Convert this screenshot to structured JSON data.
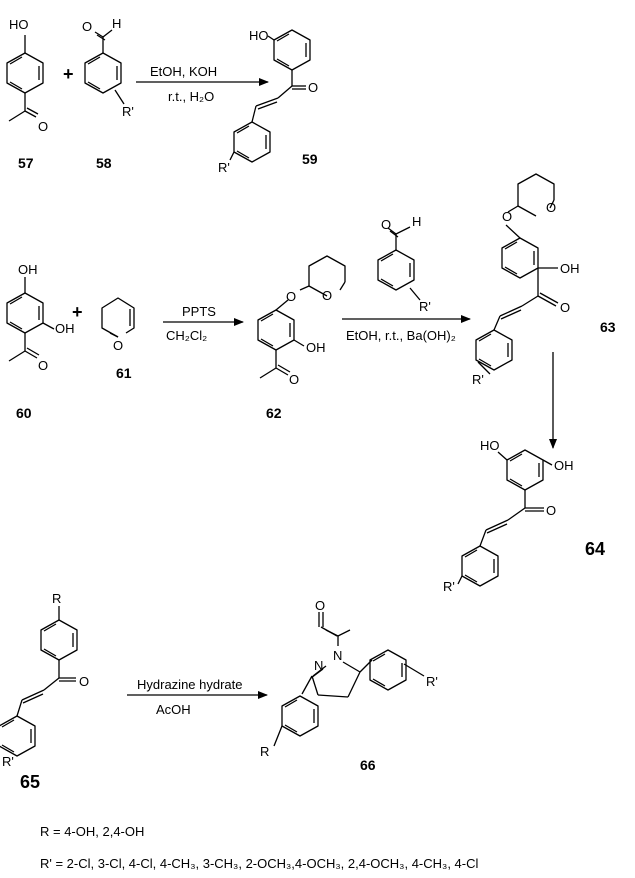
{
  "atoms": {
    "ho": "HO",
    "oh": "OH",
    "o": "O",
    "h": "H",
    "n": "N",
    "r": "R",
    "rp": "R'"
  },
  "reaction1": {
    "plus": "+",
    "cond_top": "EtOH, KOH",
    "cond_bottom": "r.t., H₂O",
    "labels": [
      "57",
      "58",
      "59"
    ]
  },
  "reaction2": {
    "plus": "+",
    "step1_top": "PPTS",
    "step1_bottom": "CH₂Cl₂",
    "step2_bottom": "EtOH, r.t., Ba(OH)₂",
    "labels": [
      "60",
      "61",
      "62",
      "63",
      "64"
    ]
  },
  "reaction3": {
    "cond_top": "Hydrazine hydrate",
    "cond_bottom": "AcOH",
    "labels": [
      "65",
      "66"
    ]
  },
  "footnotes": {
    "r_def": "R = 4-OH, 2,4-OH",
    "rp_def": "R' = 2-Cl, 3-Cl, 4-Cl, 4-CH₃, 3-CH₃, 2-OCH₃,4-OCH₃, 2,4-OCH₃, 4-CH₃, 4-Cl"
  }
}
